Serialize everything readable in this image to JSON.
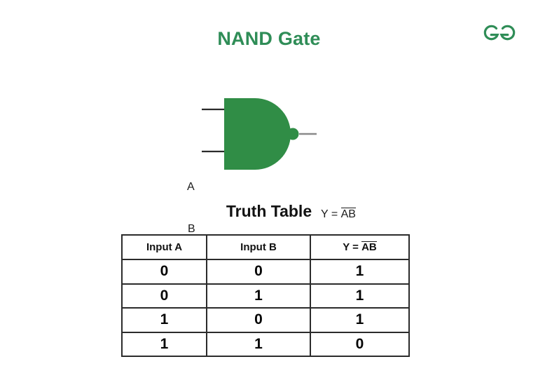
{
  "page": {
    "title": "NAND Gate",
    "title_color": "#2f8d57",
    "background": "#ffffff"
  },
  "logo": {
    "name": "geeksforgeeks-logo",
    "color": "#2f8d57"
  },
  "diagram": {
    "gate_type": "NAND",
    "gate_fill": "#308d46",
    "wire_color": "#6e6e6e",
    "input_labels": [
      "A",
      "B"
    ],
    "input_a": "A",
    "input_b": "B",
    "output_prefix": "Y = ",
    "output_operand": "AB",
    "output_expression": "Y = AB (complemented)",
    "bubble": "inversion-bubble"
  },
  "truth_table": {
    "heading": "Truth Table",
    "headers": {
      "input_a": "Input A",
      "input_b": "Input B",
      "output_prefix": "Y = ",
      "output_operand": "AB"
    },
    "rows": [
      {
        "a": "0",
        "b": "0",
        "y": "1"
      },
      {
        "a": "0",
        "b": "1",
        "y": "1"
      },
      {
        "a": "1",
        "b": "0",
        "y": "1"
      },
      {
        "a": "1",
        "b": "1",
        "y": "0"
      }
    ]
  }
}
